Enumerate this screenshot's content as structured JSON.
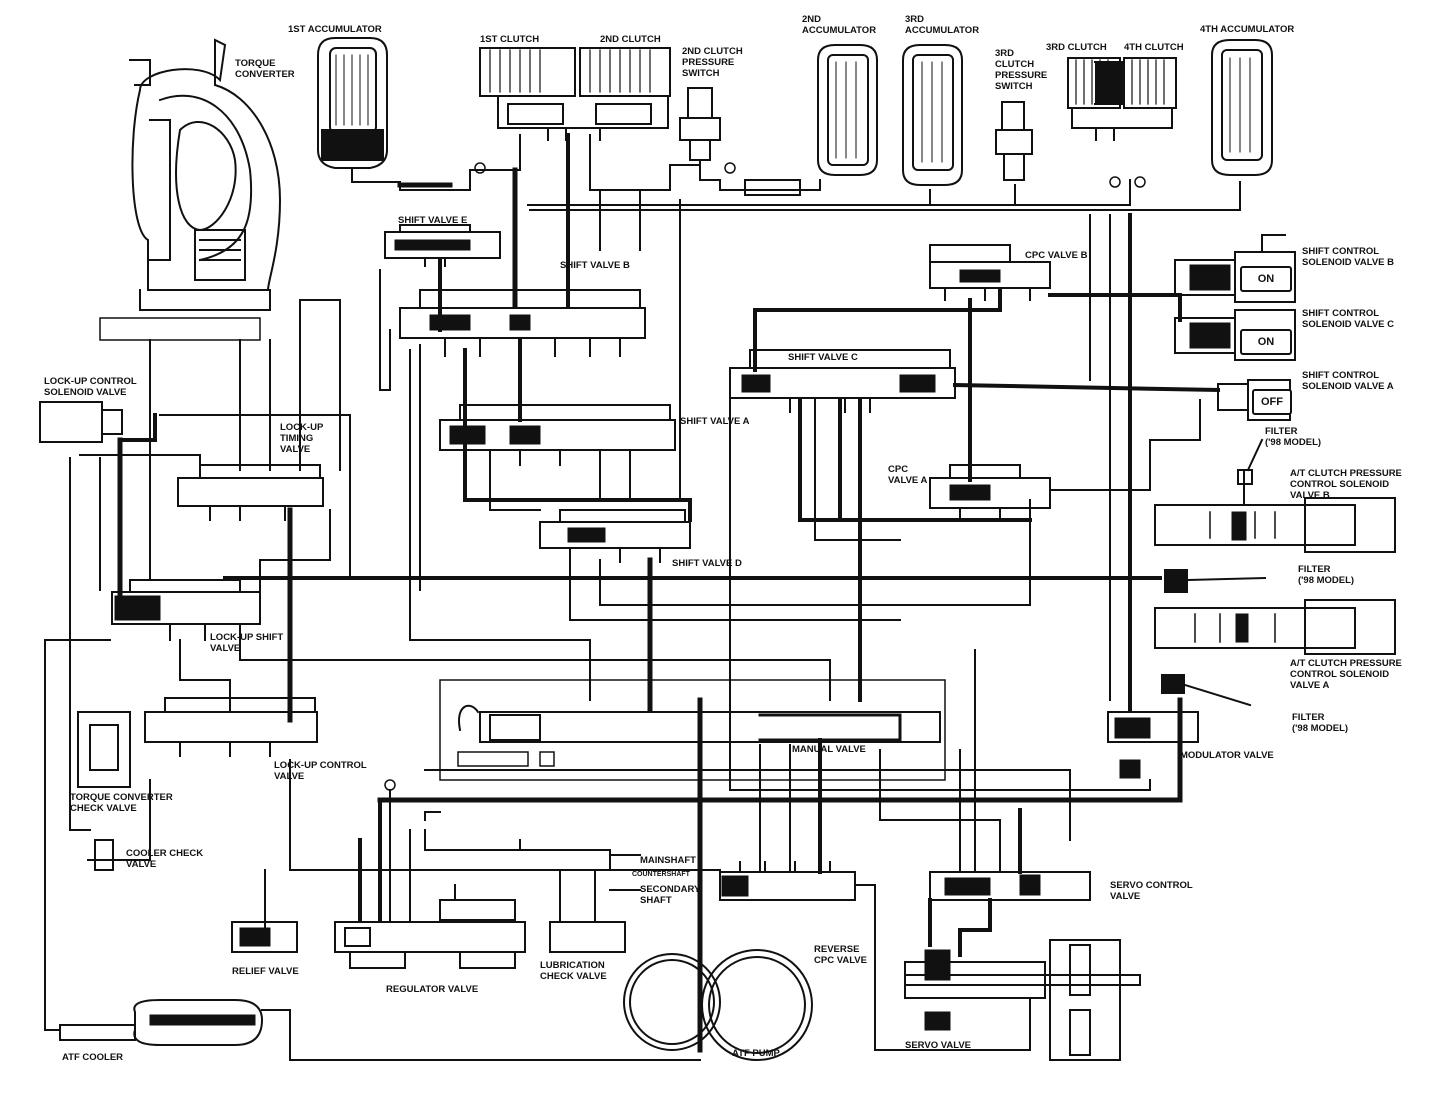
{
  "labels": {
    "torque_converter": "TORQUE\nCONVERTER",
    "acc1": "1ST ACCUMULATOR",
    "clutch1": "1ST CLUTCH",
    "clutch2": "2ND CLUTCH",
    "clutch2_switch": "2ND CLUTCH\nPRESSURE\nSWITCH",
    "acc2": "2ND\nACCUMULATOR",
    "acc3": "3RD\nACCUMULATOR",
    "clutch3_switch": "3RD\nCLUTCH\nPRESSURE\nSWITCH",
    "clutch3": "3RD CLUTCH",
    "clutch4": "4TH CLUTCH",
    "acc4": "4TH ACCUMULATOR",
    "shift_valve_e": "SHIFT VALVE E",
    "shift_valve_b": "SHIFT VALVE B",
    "cpc_valve_b": "CPC VALVE B",
    "sol_b": "SHIFT CONTROL\nSOLENOID VALVE B",
    "sol_c": "SHIFT CONTROL\nSOLENOID VALVE C",
    "sol_a": "SHIFT CONTROL\nSOLENOID VALVE A",
    "shift_valve_c": "SHIFT VALVE C",
    "shift_valve_a": "SHIFT VALVE A",
    "lockup_solenoid": "LOCK-UP CONTROL\nSOLENOID VALVE",
    "lockup_timing": "LOCK-UP\nTIMING\nVALVE",
    "cpc_valve_a": "CPC\nVALVE A",
    "filter1": "FILTER\n('98 model)",
    "atcpc_b": "A/T CLUTCH PRESSURE\nCONTROL SOLENOID\nVALVE B",
    "shift_valve_d": "SHIFT VALVE D",
    "filter2": "FILTER\n('98 model)",
    "lockup_shift": "LOCK-UP SHIFT\nVALVE",
    "atcpc_a": "A/T CLUTCH PRESSURE\nCONTROL SOLENOID\nVALVE A",
    "filter3": "FILTER\n('98 model)",
    "manual_valve": "MANUAL VALVE",
    "modulator_valve": "MODULATOR VALVE",
    "tc_check": "TORQUE CONVERTER\nCHECK VALVE",
    "lockup_control": "LOCK-UP CONTROL\nVALVE",
    "cooler_check": "COOLER CHECK\nVALVE",
    "mainshaft": "MAINSHAFT",
    "countershaft": "COUNTERSHAFT",
    "secondary_shaft": "SECONDARY\nSHAFT",
    "servo_control": "SERVO CONTROL\nVALVE",
    "reverse_cpc": "REVERSE\nCPC VALVE",
    "relief_valve": "RELIEF VALVE",
    "regulator_valve": "REGULATOR VALVE",
    "lubrication_check": "LUBRICATION\nCHECK VALVE",
    "atf_cooler": "ATF COOLER",
    "atf_pump": "ATF PUMP",
    "servo_valve": "SERVO VALVE"
  },
  "states": {
    "sol_b": "ON",
    "sol_c": "ON",
    "sol_a": "OFF"
  }
}
